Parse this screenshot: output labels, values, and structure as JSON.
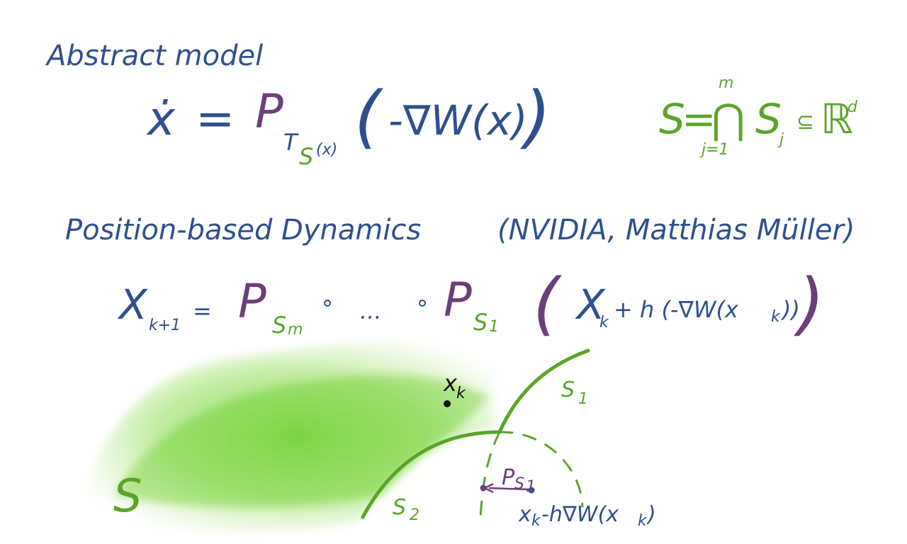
{
  "heading": {
    "abstract_model": "Abstract model",
    "pbd_title": "Position-based Dynamics",
    "pbd_credit": "(NVIDIA, Matthias Müller)"
  },
  "abstract_equation": {
    "lhs": "ẋ",
    "equals": "=",
    "projection": "P",
    "projection_subscript_T": "T",
    "projection_subscript_S": "S",
    "projection_subscript_x": "(x)",
    "argument": "-∇W(x)"
  },
  "set_definition": {
    "lhs": "S",
    "equals": "=",
    "intersection": "⋂",
    "upper": "m",
    "lower": "j=1",
    "set": "S",
    "set_index": "j",
    "subset": "⊆",
    "space": "ℝ",
    "space_exp": "d"
  },
  "pbd_equation": {
    "lhs": "X",
    "lhs_sub": "k+1",
    "equals": "=",
    "proj_m": "P",
    "proj_m_sub_S": "S",
    "proj_m_sub_m": "m",
    "compose1": "∘",
    "dots": "...",
    "compose2": "∘",
    "proj_1": "P",
    "proj_1_sub_S": "S",
    "proj_1_sub_1": "1",
    "arg_x": "X",
    "arg_x_sub": "k",
    "arg_rest": "+ h (-∇W(x",
    "arg_rest_sub": "k",
    "arg_close": "))"
  },
  "illustration": {
    "label_S": "S",
    "label_S1": "S",
    "label_S1_sub": "1",
    "label_S2": "S",
    "label_S2_sub": "2",
    "point_xk": "x",
    "point_xk_sub": "k",
    "proj_label": "P",
    "proj_label_sub_S": "S",
    "proj_label_sub_1": "1",
    "step_label": "x",
    "step_label_sub": "k",
    "step_rest": "-h∇W(x",
    "step_rest_sub": "k",
    "step_close": ")"
  },
  "colors": {
    "blue": "#2f4f8f",
    "green": "#5aa42a",
    "purple": "#6b3f79",
    "black": "#111111"
  }
}
